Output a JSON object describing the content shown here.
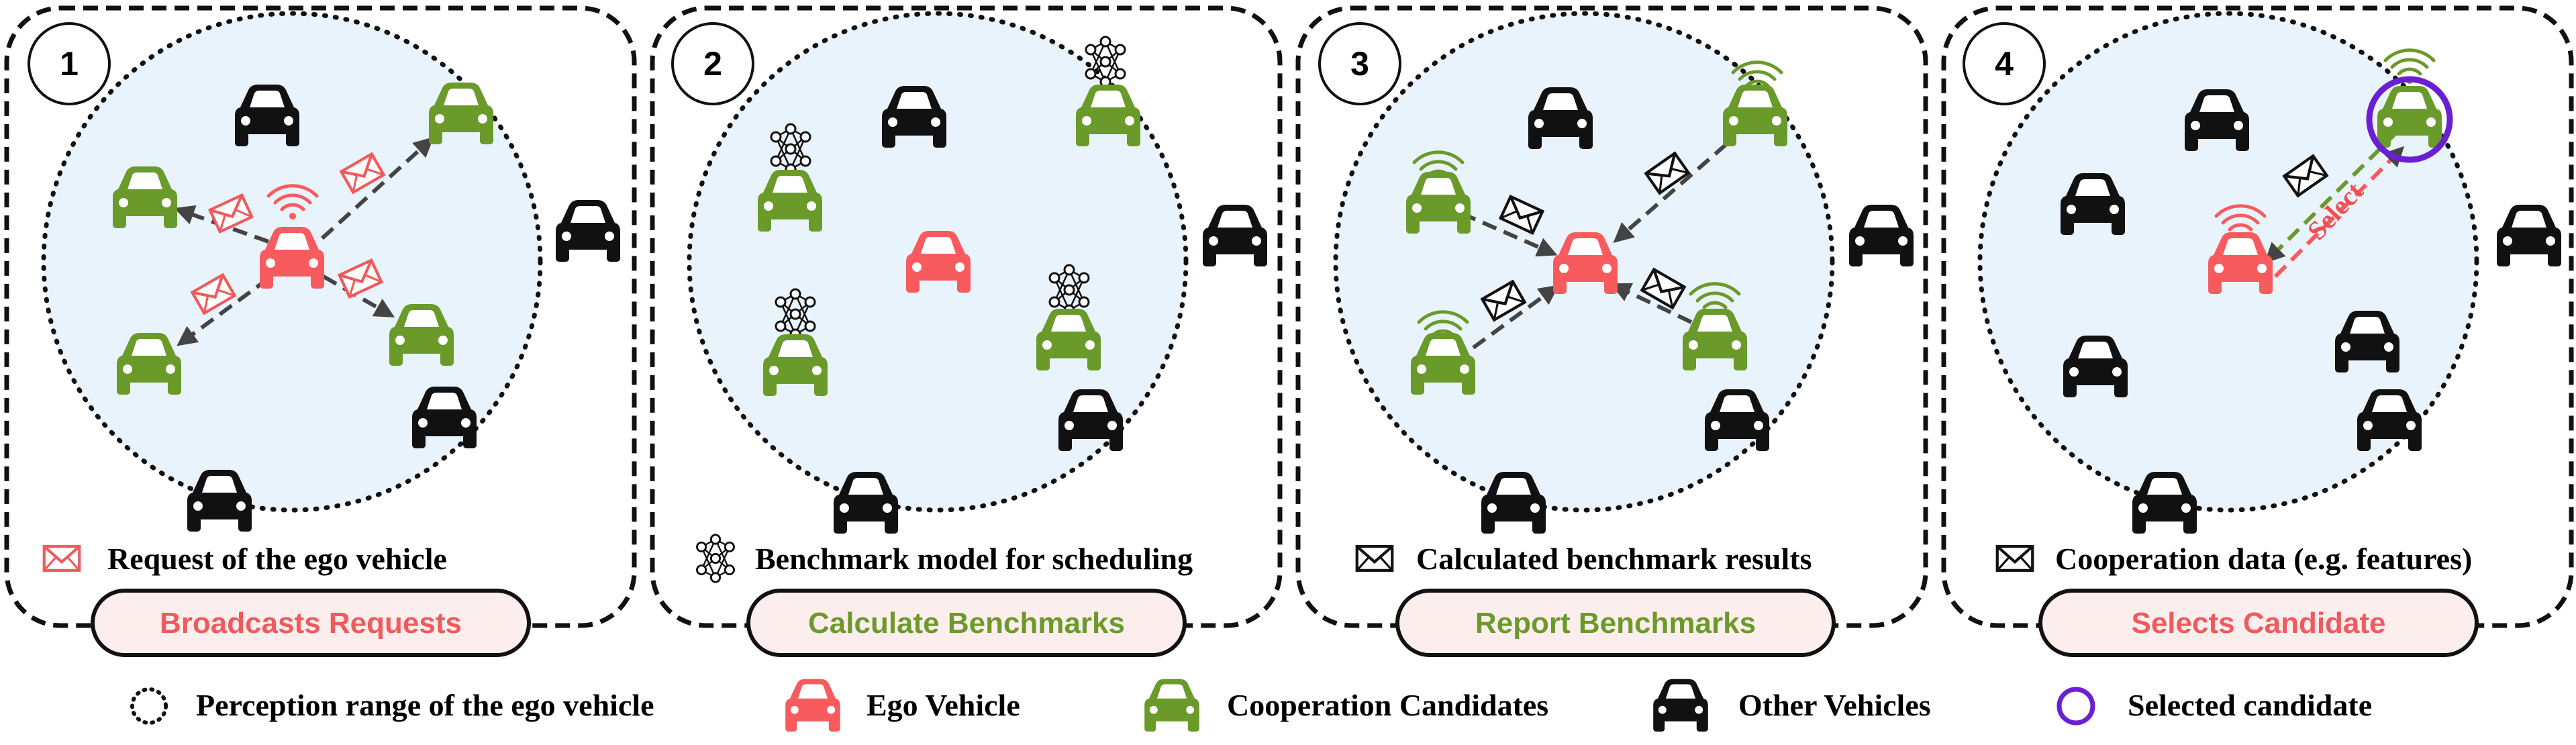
{
  "colors": {
    "ego": "#f85b5e",
    "candidate": "#6a9a2a",
    "other": "#111111",
    "selected": "#6a1fd0",
    "range_fill": "#e9f3fb",
    "panel_border": "#111111",
    "title_bg": "#fdeeee",
    "title_red": "#ef5a5c",
    "title_green": "#6b9a2a",
    "envelope_red": "#f05a5c",
    "arrow": "#444444"
  },
  "icons": {
    "ego": "ego-car-icon",
    "candidate": "candidate-car-icon",
    "other": "other-car-icon",
    "envelope": "envelope-icon",
    "network": "neural-network-icon",
    "wifi": "wifi-signal-icon",
    "range": "dotted-circle-icon",
    "selected": "selection-ring-icon"
  },
  "panels": [
    {
      "number": "1",
      "title": "Broadcasts Requests",
      "title_color": "red",
      "caption": "Request of the ego vehicle",
      "caption_icon": "envelope-red"
    },
    {
      "number": "2",
      "title": "Calculate Benchmarks",
      "title_color": "green",
      "caption": "Benchmark model for scheduling",
      "caption_icon": "network"
    },
    {
      "number": "3",
      "title": "Report Benchmarks",
      "title_color": "green",
      "caption": "Calculated benchmark results",
      "caption_icon": "envelope-black"
    },
    {
      "number": "4",
      "title": "Selects Candidate",
      "title_color": "red",
      "caption": "Cooperation data (e.g. features)",
      "caption_icon": "envelope-black",
      "select_label": "Select"
    }
  ],
  "legend": [
    {
      "icon": "range",
      "label": "Perception range of the ego vehicle"
    },
    {
      "icon": "ego",
      "label": "Ego Vehicle"
    },
    {
      "icon": "candidate",
      "label": "Cooperation Candidates"
    },
    {
      "icon": "other",
      "label": "Other Vehicles"
    },
    {
      "icon": "selected",
      "label": "Selected candidate"
    }
  ]
}
